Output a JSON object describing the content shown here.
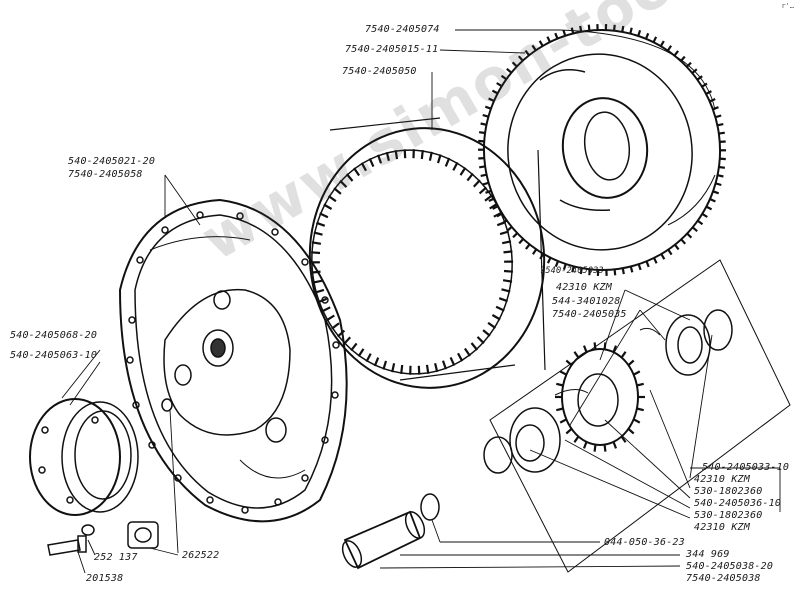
{
  "corner_mark": "r'…",
  "watermark": "www.simon-too.kz",
  "labels": {
    "p7540_2405074": "7540-2405074",
    "p7540_2405015_11": "7540-2405015-11",
    "p7540_2405050": "7540-2405050",
    "p540_2405021_20": "540-2405021-20",
    "p7540_2405058": "7540-2405058",
    "p7540_2405033": "7540-2405033",
    "p42310kzm_a": "42310 KZM",
    "p544_3401028": "544-3401028",
    "p7540_2405035": "7540-2405035",
    "p540_2405068_20": "540-2405068-20",
    "p540_2405063_10": "540-2405063-10",
    "p540_2405033_10": "540-2405033-10",
    "p42310kzm_b": "42310 KZM",
    "p530_1802360_a": "530-1802360",
    "p540_2405036_10": "540-2405036-10",
    "p530_1802360_b": "530-1802360",
    "p42310kzm_c": "42310 KZM",
    "p044_050_36_23": "044-050-36-23",
    "p344969": "344 969",
    "p540_2405038_20": "540-2405038-20",
    "p7540_2405038": "7540-2405038",
    "p252137": "252 137",
    "p201538": "201538",
    "p262522": "262522"
  }
}
